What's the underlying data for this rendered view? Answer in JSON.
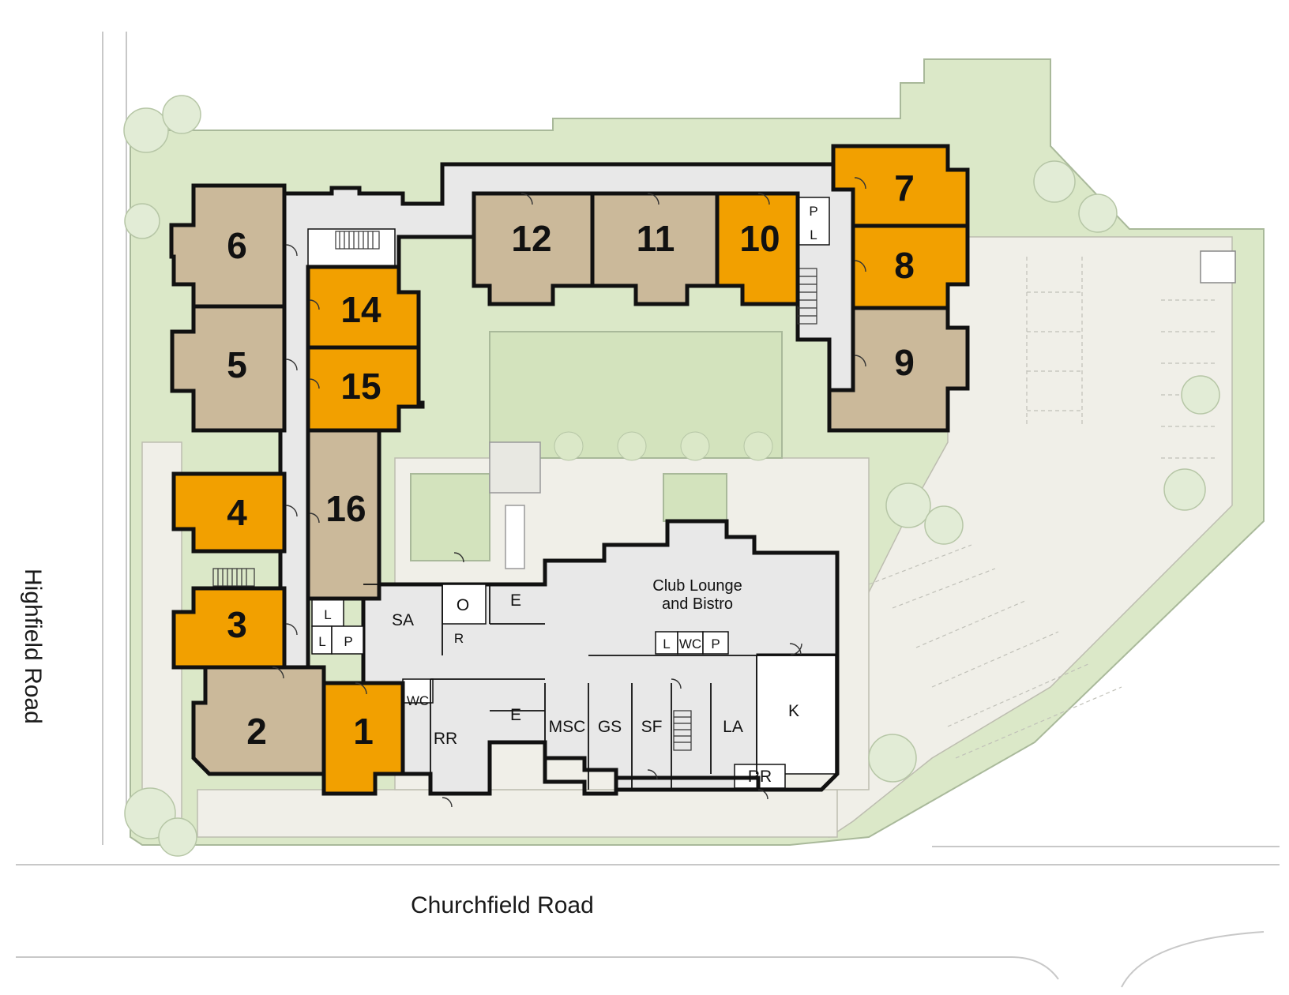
{
  "roads": {
    "churchfield": "Churchfield Road",
    "highfield": "Highfield Road"
  },
  "colors": {
    "available": "#f2a000",
    "sold": "#cbb99a",
    "common": "#e8e8e8",
    "grass": "#dbe8c8",
    "paving": "#f0efe8",
    "wall": "#111111"
  },
  "units": [
    {
      "label": "1",
      "status": "available"
    },
    {
      "label": "2",
      "status": "sold"
    },
    {
      "label": "3",
      "status": "available"
    },
    {
      "label": "4",
      "status": "available"
    },
    {
      "label": "5",
      "status": "sold"
    },
    {
      "label": "6",
      "status": "sold"
    },
    {
      "label": "7",
      "status": "available"
    },
    {
      "label": "8",
      "status": "available"
    },
    {
      "label": "9",
      "status": "sold"
    },
    {
      "label": "10",
      "status": "available"
    },
    {
      "label": "11",
      "status": "sold"
    },
    {
      "label": "12",
      "status": "sold"
    },
    {
      "label": "14",
      "status": "available"
    },
    {
      "label": "15",
      "status": "available"
    },
    {
      "label": "16",
      "status": "sold"
    }
  ],
  "rooms": {
    "club_line1": "Club Lounge",
    "club_line2": "and Bistro",
    "sa": "SA",
    "o": "O",
    "r": "R",
    "e1": "E",
    "e2": "E",
    "rr1": "RR",
    "rr2": "RR",
    "wc1": "WC",
    "wc2": "WC",
    "l1": "L",
    "l2": "L",
    "l3": "L",
    "l4": "L",
    "p1": "P",
    "p2": "P",
    "p3": "P",
    "msc": "MSC",
    "gs": "GS",
    "sf": "SF",
    "la": "LA",
    "k": "K"
  }
}
